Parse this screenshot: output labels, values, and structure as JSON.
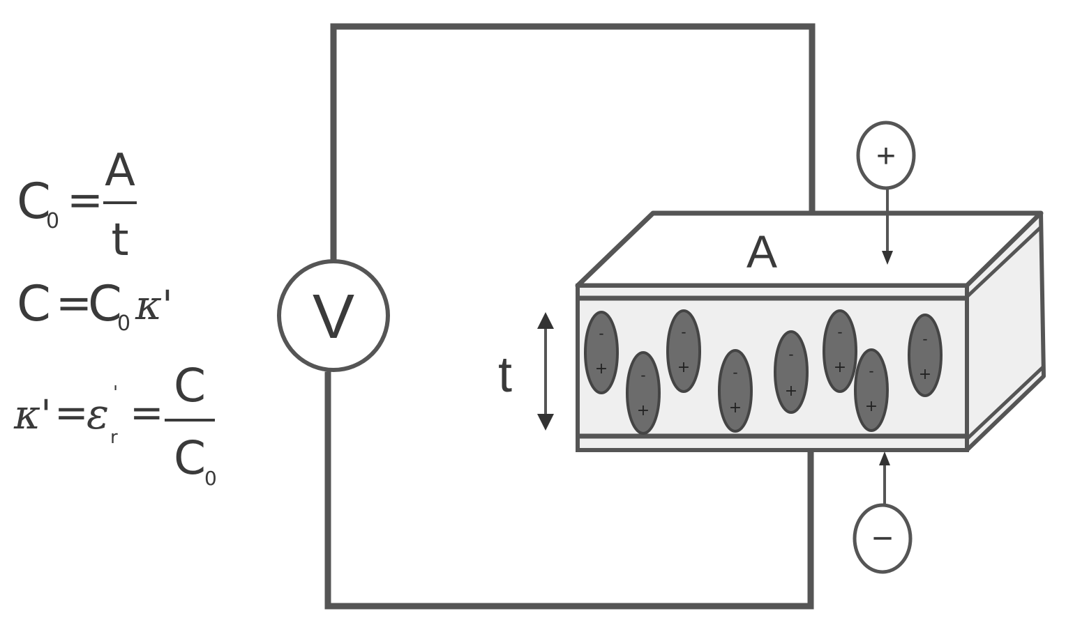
{
  "equations": {
    "eq1": {
      "lhs": "C",
      "lhs_sub": "0",
      "equals": "=",
      "numerator": "A",
      "denominator": "t"
    },
    "eq2": {
      "lhs": "C",
      "equals": "=",
      "rhs": "C",
      "rhs_sub": "0",
      "kappa": "κ'"
    },
    "eq3": {
      "kappa": "κ'",
      "equals1": "=",
      "epsilon": "ε",
      "epsilon_sup": "'",
      "epsilon_sub": "r",
      "equals2": "=",
      "numerator": "C",
      "denominator": "C",
      "denominator_sub": "0"
    }
  },
  "voltmeter": {
    "label": "V"
  },
  "capacitor": {
    "area_label": "A",
    "thickness_label": "t"
  },
  "terminals": {
    "positive": "+",
    "negative": "−"
  },
  "dipole_signs": {
    "neg": "-",
    "pos": "+"
  }
}
